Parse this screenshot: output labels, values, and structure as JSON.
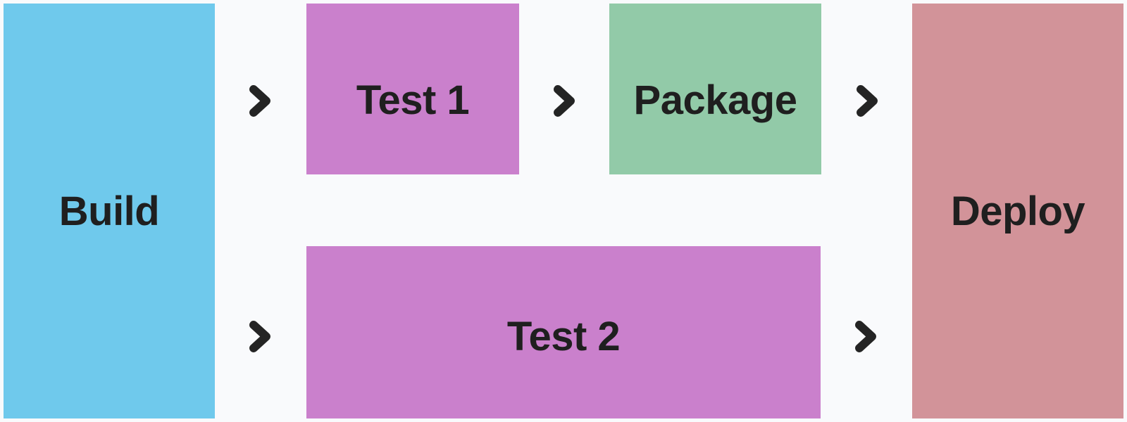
{
  "diagram": {
    "title": "pipeline-flow",
    "background_color": "#F9FAFC",
    "text_color": "#1F1F1F",
    "arrow_color": "#242424",
    "arrow_glyph": ">",
    "nodes": [
      {
        "id": "build",
        "label": "Build",
        "color": "#6FC9EC"
      },
      {
        "id": "test1",
        "label": "Test 1",
        "color": "#CA80CC"
      },
      {
        "id": "package",
        "label": "Package",
        "color": "#92CAA8"
      },
      {
        "id": "test2",
        "label": "Test 2",
        "color": "#CA80CC"
      },
      {
        "id": "deploy",
        "label": "Deploy",
        "color": "#D29399"
      }
    ],
    "edges": [
      {
        "from": "Build",
        "to": "Test 1"
      },
      {
        "from": "Test 1",
        "to": "Package"
      },
      {
        "from": "Package",
        "to": "Deploy"
      },
      {
        "from": "Build",
        "to": "Test 2"
      },
      {
        "from": "Test 2",
        "to": "Deploy"
      }
    ]
  }
}
